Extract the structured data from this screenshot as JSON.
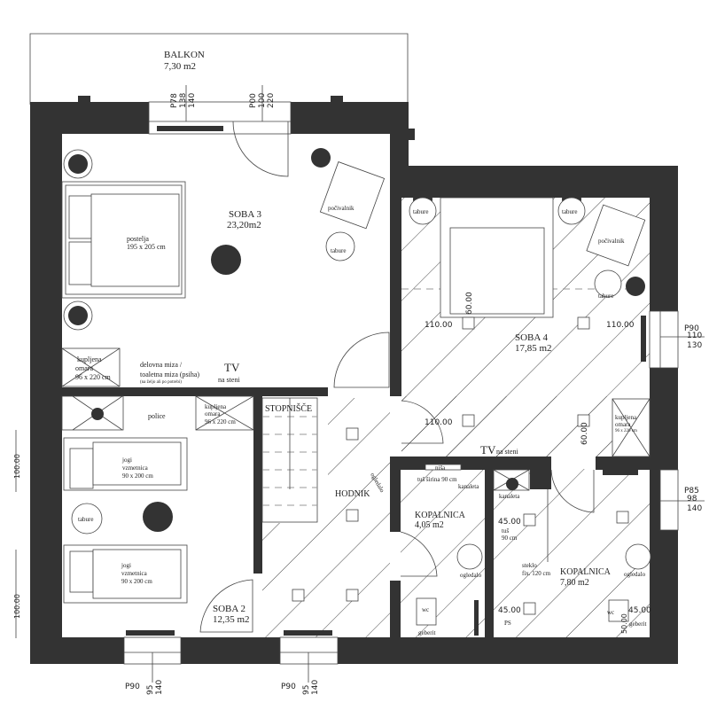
{
  "balcony": {
    "name": "BALKON",
    "area": "7,30 m2"
  },
  "windows": {
    "top_left": [
      "P78",
      "138",
      "140"
    ],
    "top_right": [
      "P00",
      "100",
      "220"
    ],
    "soba4": [
      "P90",
      "110",
      "130"
    ],
    "kopalnica": [
      "P85",
      "98",
      "140"
    ],
    "bottom_left": [
      "P90",
      "95",
      "140"
    ],
    "bottom_mid": [
      "P90",
      "95",
      "140"
    ]
  },
  "soba3": {
    "name": "SOBA 3",
    "area": "23,20m2",
    "bed": [
      "postelja",
      "195 x 205 cm"
    ],
    "armchair": "počivalnik",
    "stool": "tabure",
    "wardrobe": [
      "kupljena",
      "omara",
      "96 x 220 cm"
    ],
    "desk": [
      "delovna miza /",
      "toaletna miza (psiha)",
      "(na željo ali po potrebi)"
    ],
    "tv": "TV",
    "tv_note": "na steni"
  },
  "soba4": {
    "name": "SOBA 4",
    "area": "17,85 m2",
    "stool": "tabure",
    "armchair": "počivalnik",
    "dims": [
      "110.00",
      "110.00",
      "110.00",
      "60.00",
      "60.00"
    ],
    "wardrobe": [
      "kupljena",
      "omara",
      "96 x 220 cm"
    ],
    "tv": "TV",
    "tv_note": "na steni"
  },
  "soba2": {
    "name": "SOBA 2",
    "area": "12,35 m2",
    "shelves": "police",
    "wardrobe": [
      "kupljena",
      "omara",
      "96 x 220 cm"
    ],
    "mattress": [
      "jogi",
      "vzmetnica",
      "90 x 200 cm"
    ],
    "stool": "tabure",
    "dims": [
      "100.00",
      "100.00"
    ]
  },
  "hall": {
    "stairs": "STOPNIŠČE",
    "name": "HODNIK",
    "mirror": "ogledalo"
  },
  "kopalnica1": {
    "name": "KOPALNICA",
    "area": "4,05 m2",
    "niche": "niša",
    "shower": "tuš širina 90 cm",
    "drain": "kanaleta",
    "mirror": "ogledalo",
    "wc": "wc",
    "geberit": "geberit"
  },
  "kopalnica2": {
    "name": "KOPALNICA",
    "area": "7,80 m2",
    "drain": "kanaleta",
    "shower": [
      "tuš",
      "90 cm"
    ],
    "glass": [
      "steklo",
      "fix. 120 cm"
    ],
    "mirror": "ogledalo",
    "ps": "PS",
    "wc": "wc",
    "geberit": "geberit",
    "dims": [
      "45.00",
      "45.00",
      "45.00",
      "50.00"
    ]
  }
}
